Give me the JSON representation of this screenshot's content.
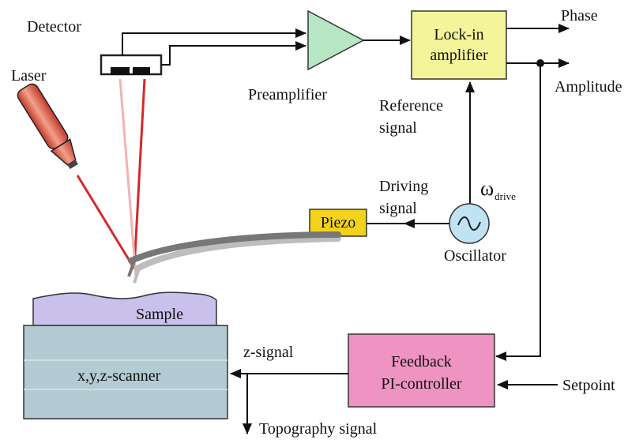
{
  "labels": {
    "detector": "Detector",
    "laser": "Laser",
    "preamplifier": "Preamplifier",
    "lockin_line1": "Lock-in",
    "lockin_line2": "amplifier",
    "phase": "Phase",
    "amplitude": "Amplitude",
    "reference_line1": "Reference",
    "reference_line2": "signal",
    "driving_line1": "Driving",
    "driving_line2": "signal",
    "omega": "ω",
    "omega_sub": "drive",
    "piezo": "Piezo",
    "oscillator": "Oscillator",
    "sample": "Sample",
    "scanner": "x,y,z-scanner",
    "zsignal": "z-signal",
    "feedback_line1": "Feedback",
    "feedback_line2": "PI-controller",
    "setpoint": "Setpoint",
    "topography": "Topography signal"
  },
  "colors": {
    "preamp_fill": "#b7e6c5",
    "lockin_fill": "#f4f49a",
    "piezo_fill": "#f2d21a",
    "oscillator_fill": "#bfe3f2",
    "feedback_fill": "#ee93c2",
    "sample_fill": "#c9c0ec",
    "scanner_fill": "#b3cbd3",
    "laser_fill": "#e8765a",
    "beam_red": "#d42a2a",
    "beam_pink": "#f2b3b3"
  }
}
